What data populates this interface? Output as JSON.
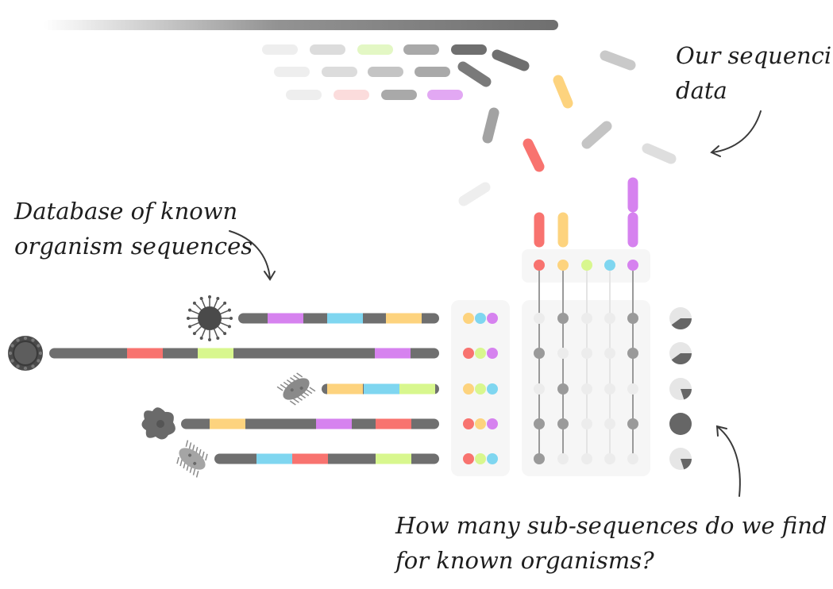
{
  "annotations": {
    "sequencing": [
      "Our sequencing",
      "data"
    ],
    "database": [
      "Database of known",
      "organism sequences"
    ],
    "question": [
      "How many sub-sequences do we find",
      "for known organisms?"
    ]
  },
  "colors": {
    "red": "#f8736f",
    "yellow": "#fdd37e",
    "green": "#d8f78e",
    "blue": "#7fd6f0",
    "purple": "#d682ef",
    "gray": "#6f6f6f",
    "light_gray": "#d6d6d6",
    "faint_gray": "#eeeeee",
    "panel": "#f6f6f6"
  },
  "kmer_colors": [
    "red",
    "yellow",
    "green",
    "blue",
    "purple"
  ],
  "organisms": [
    {
      "icon": "virus-icon",
      "segments": [
        "purple",
        "blue",
        "yellow"
      ],
      "kmers": [
        "yellow",
        "blue",
        "purple"
      ],
      "hits": [
        0,
        1,
        0,
        0,
        1
      ],
      "pie_fraction": 0.4
    },
    {
      "icon": "virus-round-icon",
      "segments": [
        "red",
        "green",
        "purple"
      ],
      "kmers": [
        "red",
        "green",
        "purple"
      ],
      "hits": [
        1,
        0,
        0,
        0,
        1
      ],
      "pie_fraction": 0.4
    },
    {
      "icon": "bacterium-icon",
      "segments": [
        "yellow",
        "blue",
        "green"
      ],
      "kmers": [
        "yellow",
        "green",
        "blue"
      ],
      "hits": [
        0,
        1,
        0,
        0,
        0
      ],
      "pie_fraction": 0.2
    },
    {
      "icon": "amoeba-icon",
      "segments": [
        "yellow",
        "purple",
        "red"
      ],
      "kmers": [
        "red",
        "yellow",
        "purple"
      ],
      "hits": [
        1,
        1,
        0,
        0,
        1
      ],
      "pie_fraction": 1.0
    },
    {
      "icon": "bacterium-spiky-icon",
      "segments": [
        "blue",
        "red",
        "green"
      ],
      "kmers": [
        "red",
        "green",
        "blue"
      ],
      "hits": [
        1,
        0,
        0,
        0,
        0
      ],
      "pie_fraction": 0.2
    }
  ]
}
